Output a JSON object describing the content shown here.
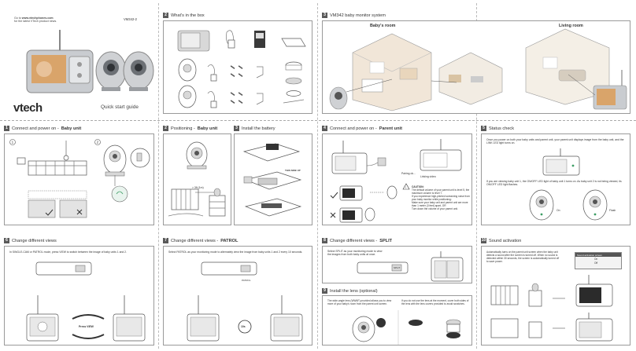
{
  "cover": {
    "intro_prefix": "Go to",
    "website": "www.vtechphones.com",
    "intro_suffix": "for the latest VTech product news.",
    "model": "VM342-2",
    "brand": "vtech",
    "guide_title": "Quick start guide"
  },
  "sections": {
    "whats_in_box": {
      "num": "2",
      "title": "What's in the box"
    },
    "system": {
      "num": "3",
      "title": "VM342 baby monitor system",
      "babys_room": "Baby's room",
      "living_room": "Living room"
    },
    "power_baby": {
      "num": "1",
      "title_prefix": "Connect and power on - ",
      "title_bold": "Baby unit"
    },
    "positioning": {
      "num": "2",
      "title_prefix": "Positioning - ",
      "title_bold": "Baby unit",
      "distance": "> 3ft (1m)"
    },
    "battery": {
      "num": "3",
      "title": "Install the battery",
      "tag": "THIS SIDE UP"
    },
    "power_parent": {
      "num": "4",
      "title_prefix": "Connect and power on - ",
      "title_bold": "Parent unit",
      "caution_title": "CAUTION:",
      "caution_lines": [
        "The default volume of your parent unit is level 5, the maximum volume is level 7.",
        "If you experience high-pitched screaming noise from your baby monitor while positioning:",
        "Make sure your baby unit and parent unit are more than 1 meter (3 feet) apart, OR",
        "Turn down the volume of your parent unit."
      ],
      "linking_label": "Linking video",
      "pairing_label": "Pairing ok..."
    },
    "status": {
      "num": "5",
      "title": "Status check",
      "p1": "Once you power on both your baby units and parent unit, your parent unit displays image from the baby unit, and the LINK LED light turns on.",
      "p2": "If you are viewing baby unit 1, the ON/OFF LED light of baby unit 1 turns on. As baby unit 2 is not being viewed, its ON/OFF LED light flashes.",
      "on_label": "On",
      "flash_label": "Flash"
    },
    "views": {
      "num": "6",
      "title": "Change different views",
      "desc": "In SINGLE-CAM or PATROL mode, press VIEW to switch between the image of baby units 1 and 2.",
      "press_view": "Press VIEW"
    },
    "patrol": {
      "num": "7",
      "title_prefix": "Change different views - ",
      "title_bold": "PATROL",
      "desc": "Select PATROL as your monitoring mode to alternately view the image from baby units 1 and 2 every 10 seconds.",
      "timer": "10s",
      "mode_chip": "PATROL"
    },
    "split": {
      "num": "8",
      "title_prefix": "Change different views - ",
      "title_bold": "SPLIT",
      "desc": "Select SPLIT as your monitoring mode to view the images from both baby units at once.",
      "mode_chip": "SPLIT"
    },
    "lens": {
      "num": "9",
      "title": "Install the lens (optional)",
      "desc1": "The wide-angle lens (WWAF) provided allows you to view more of your baby's room from the parent unit screen.",
      "desc2": "If you do not use the lens at the moment, cover both sides of the lens with the lens covers provided to avoid scratches."
    },
    "sound": {
      "num": "10",
      "title": "Sound activation",
      "desc": "Automatically turns on the parent unit screen when the baby unit detects a sound after the screen is turned off. When no sound is detected within 30 seconds, the screen is automatically turned off to save power.",
      "menu_title": "Sound activation screen",
      "menu_on": "On",
      "menu_off": "Off"
    }
  }
}
